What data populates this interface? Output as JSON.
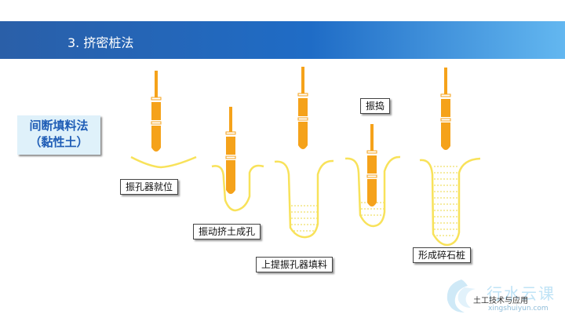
{
  "header": {
    "title": "3. 挤密桩法"
  },
  "method": {
    "line1": "间断填料法",
    "line2": "（黏性土）"
  },
  "steps": {
    "s1": "振孔器就位",
    "s2": "振动挤土成孔",
    "s3": "上提振孔器填料",
    "s4": "振捣",
    "s5": "形成碎石桩"
  },
  "footer": {
    "course": "土工技术与应用"
  },
  "logo": {
    "name": "行水云课",
    "url": "xingshuiyun.com"
  },
  "colors": {
    "header": "#1f6cc6",
    "vibrator": "#f5a21a",
    "hole_outline": "#f8e25a",
    "method_text": "#1f5db6"
  }
}
